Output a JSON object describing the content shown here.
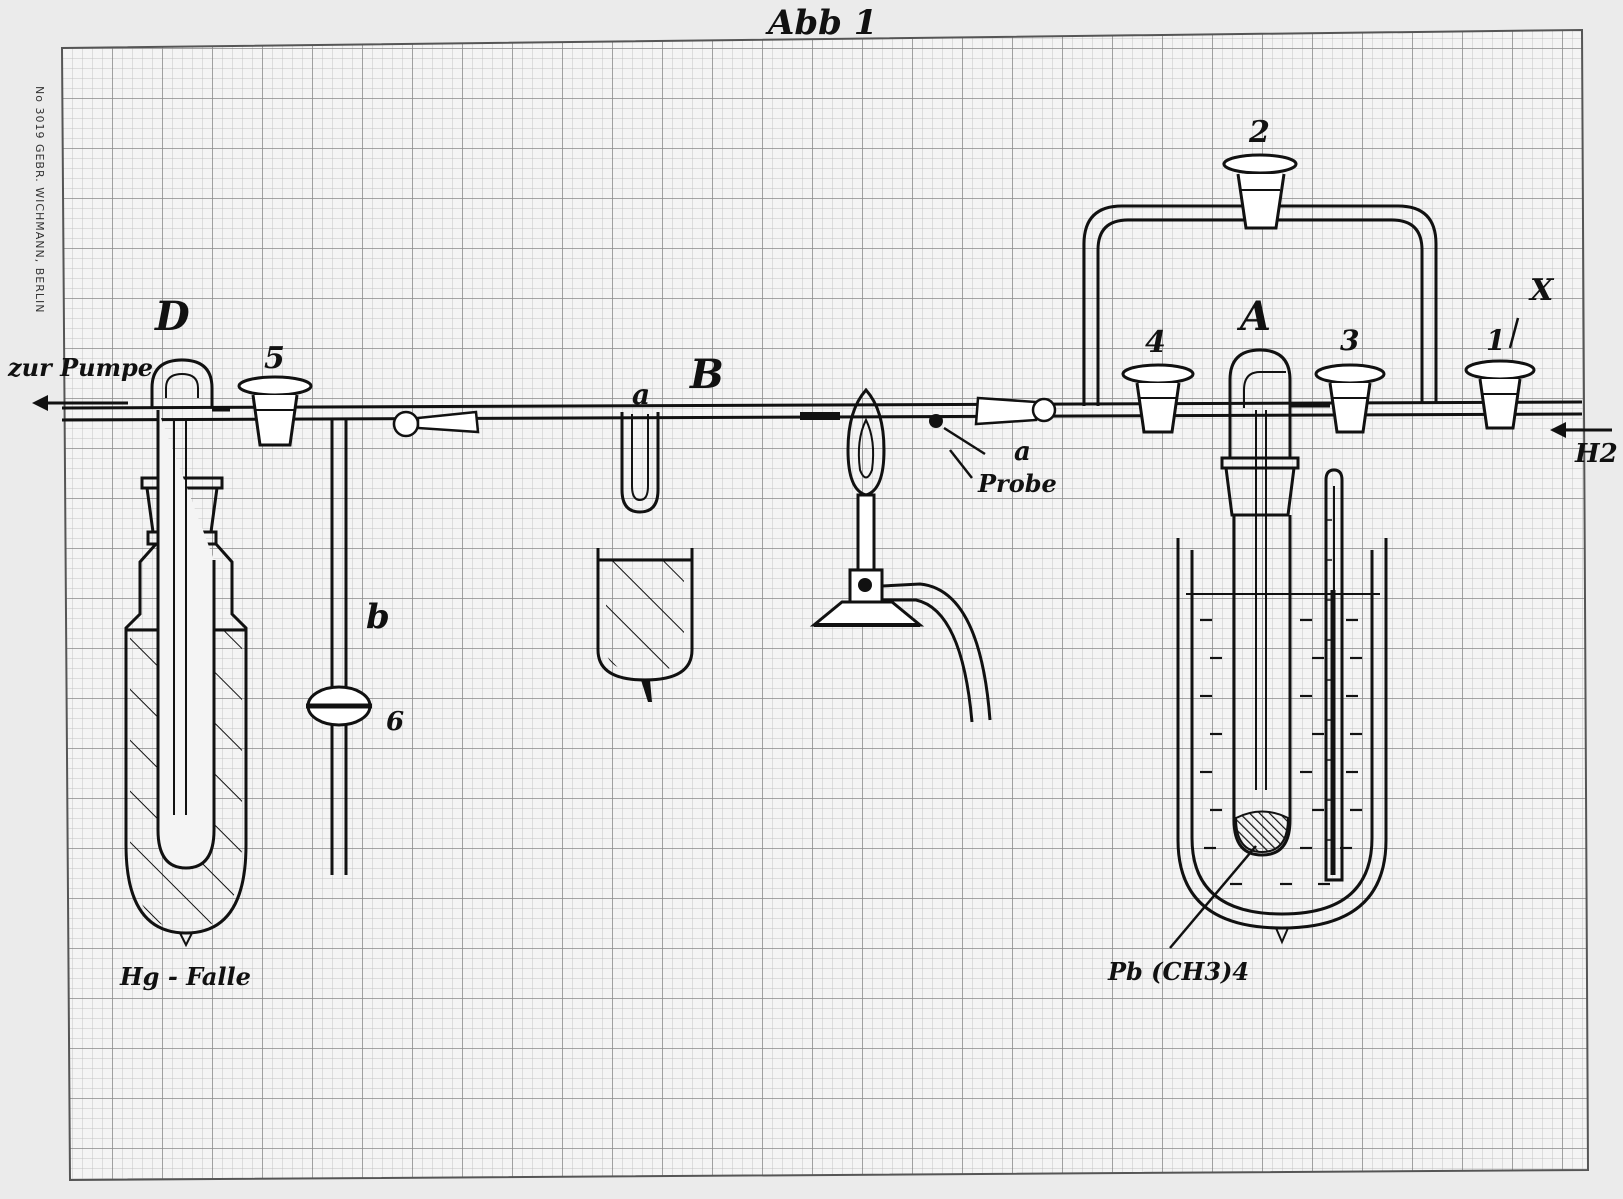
{
  "figure": {
    "title": "Abb 1",
    "paper_imprint": "No 3019 GEBR. WICHMANN, BERLIN"
  },
  "labels": {
    "pump": "zur Pumpe",
    "trap_letter": "D",
    "trap_name": "Hg - Falle",
    "tube_letter": "B",
    "vessel_letter": "A",
    "reagent": "Pb (CH3)4",
    "hydrogen": "H2",
    "side_tube_letter": "b",
    "side_cock_number": "6",
    "u_tube_letter": "a",
    "point_letter": "a",
    "point_note": "Probe",
    "cock_1": "1",
    "cock_2": "2",
    "cock_3": "3",
    "cock_4": "4",
    "cock_5": "5",
    "mark_x": "X"
  },
  "colors": {
    "ink": "#111111",
    "paper": "#ebebeb",
    "grid_fine": "#c3c3c3",
    "grid_bold": "#8a8a8a"
  }
}
